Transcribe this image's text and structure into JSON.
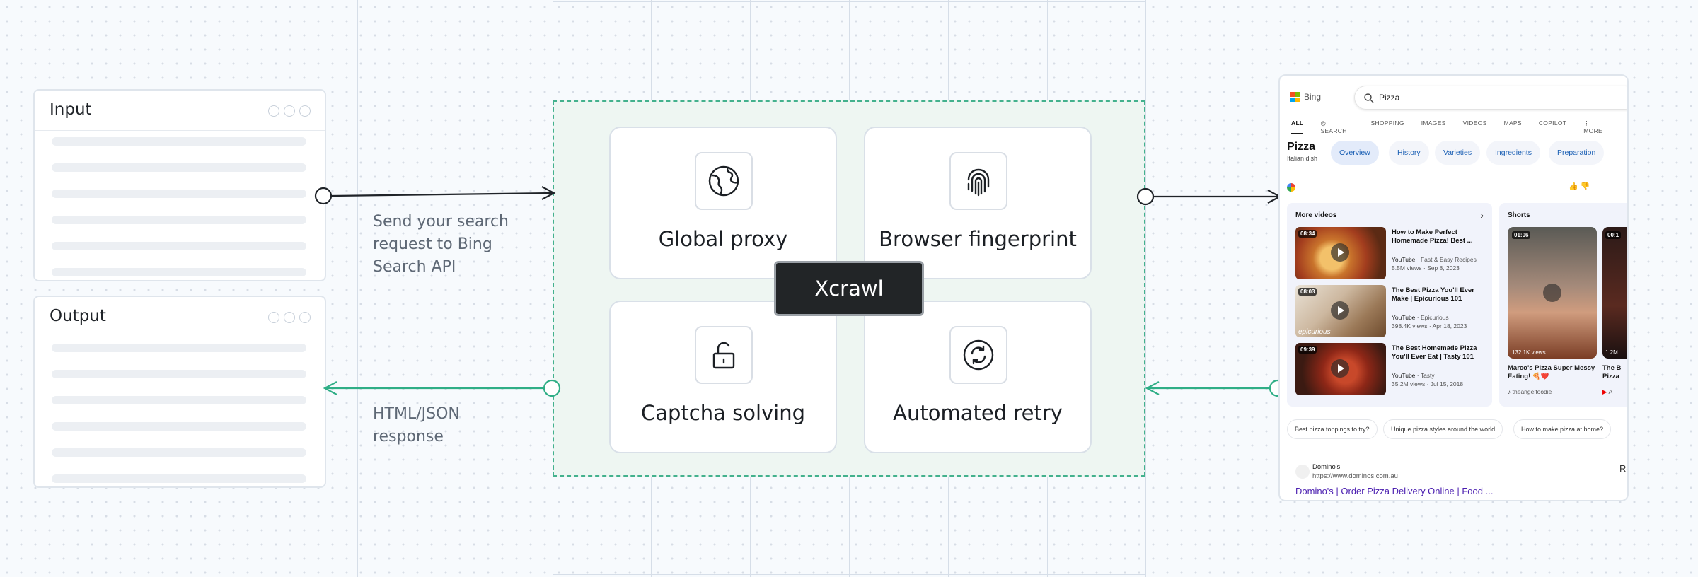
{
  "input": {
    "title": "Input"
  },
  "output": {
    "title": "Output"
  },
  "request_label": "Send your search request to Bing Search API",
  "response_label": "HTML/JSON response",
  "features": [
    "Global proxy",
    "Browser fingerprint",
    "Captcha solving",
    "Automated retry"
  ],
  "center": {
    "label": "Xcrawl"
  },
  "bing": {
    "brand": "Bing",
    "query": "Pizza",
    "tabs": [
      "ALL",
      "SEARCH",
      "SHOPPING",
      "IMAGES",
      "VIDEOS",
      "MAPS",
      "COPILOT",
      "MORE"
    ],
    "entity": {
      "name": "Pizza",
      "subtitle": "Italian dish"
    },
    "pills": [
      "Overview",
      "History",
      "Varieties",
      "Ingredients",
      "Preparation"
    ],
    "videos_header": "More videos",
    "videos": [
      {
        "duration": "08:34",
        "title": "How to Make Perfect Homemade Pizza! Best ...",
        "channel": "YouTube",
        "source": "Fast & Easy Recipes",
        "meta": "5.5M views · Sep 8, 2023"
      },
      {
        "duration": "08:03",
        "title": "The Best Pizza You'll Ever Make | Epicurious 101",
        "channel": "YouTube",
        "source": "Epicurious",
        "meta": "398.4K views · Apr 18, 2023"
      },
      {
        "duration": "09:39",
        "title": "The Best Homemade Pizza You'll Ever Eat | Tasty 101",
        "channel": "YouTube",
        "source": "Tasty",
        "meta": "35.2M views · Jul 15, 2018"
      }
    ],
    "shorts_header": "Shorts",
    "short": {
      "duration": "01:06",
      "views": "132.1K views",
      "title": "Marco's Pizza Super Messy Eating! 🍕❤️",
      "author": "theangelfoodie"
    },
    "short2": {
      "duration": "00:1",
      "views": "1.2M",
      "title": "The B Pizza",
      "author": "A"
    },
    "thumb3_caption": "epicurious",
    "chips": [
      "Best pizza toppings to try?",
      "Unique pizza styles around the world",
      "How to make pizza at home?"
    ],
    "result": {
      "site": "Domino's",
      "url": "https://www.dominos.com.au",
      "title": "Domino's | Order Pizza Delivery Online | Food ...",
      "side": "Re"
    }
  },
  "colors": {
    "accent": "#43b18d",
    "dark": "#1f2328",
    "xbox_bg": "#eef6f2"
  }
}
